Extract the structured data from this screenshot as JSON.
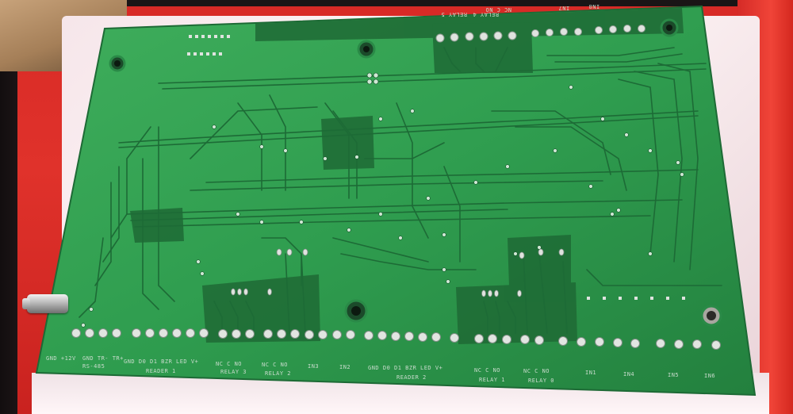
{
  "silkscreen": {
    "bottom_left": [
      "GND +12V",
      "GND TR- TR+",
      "GND D0 D1 BZR LED V+",
      "NC C NO",
      "NC C NO",
      "IN3"
    ],
    "bottom_left_sub": [
      "RS-485",
      "READER 1",
      "RELAY 3",
      "RELAY 2"
    ],
    "bottom_right": [
      "IN2",
      "GND D0 D1 BZR LED V+",
      "NC C NO",
      "NC C NO",
      "IN1",
      "IN4",
      "IN5",
      "IN6"
    ],
    "bottom_right_sub": [
      "READER 2",
      "RELAY 1",
      "RELAY 0"
    ],
    "top": [
      "RELAY 5",
      "NC C NO",
      "RELAY 4",
      "IN7",
      "IN8"
    ]
  },
  "colors": {
    "board": "#2e9a4e",
    "trace": "#1f6d37",
    "copper_fill": "#1c5e30",
    "pad": "#d9dedb",
    "box_red": "#e0322b",
    "tissue": "#f6e6ea"
  }
}
